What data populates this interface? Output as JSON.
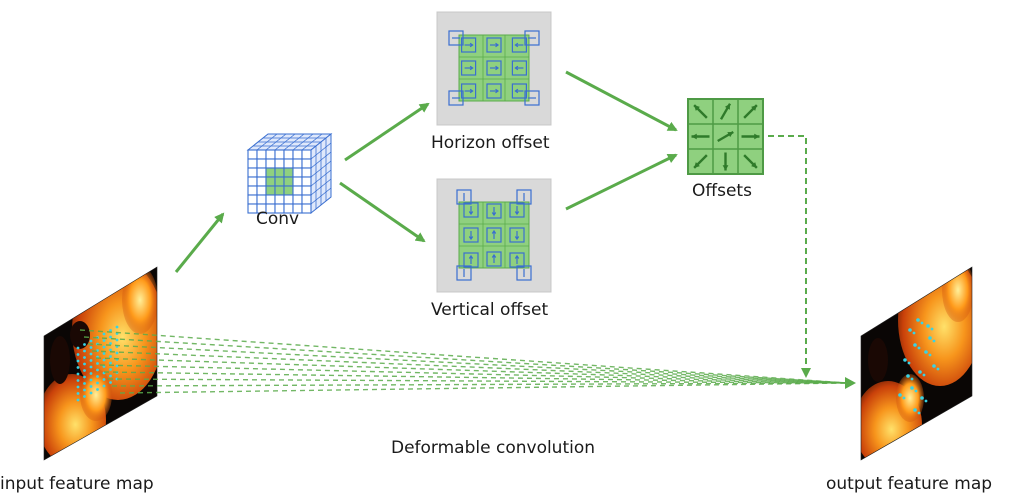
{
  "labels": {
    "conv": "Conv",
    "horizon_offset": "Horizon offset",
    "vertical_offset": "Vertical offset",
    "offsets": "Offsets",
    "deformable_convolution": "Deformable convolution",
    "input_feature_map": "input feature map",
    "output_feature_map": "output feature map"
  },
  "colors": {
    "arrow_green": "#5aab4b",
    "grid_blue": "#3a6fd0",
    "offset_green": "#4e9a45",
    "cell_green": "#8fd07f",
    "panel_gray": "#d9d9d9",
    "fire_orange": "#f07a10",
    "fire_dark": "#0a0605",
    "sample_cyan": "#37d3e6"
  },
  "icons": {
    "conv_block": "conv-cube-icon",
    "horizon_panel": "horizontal-offset-grid-icon",
    "vertical_panel": "vertical-offset-grid-icon",
    "offsets_grid": "offsets-arrow-grid-icon",
    "input_map": "flame-feature-map-icon",
    "output_map": "flame-feature-map-icon"
  }
}
